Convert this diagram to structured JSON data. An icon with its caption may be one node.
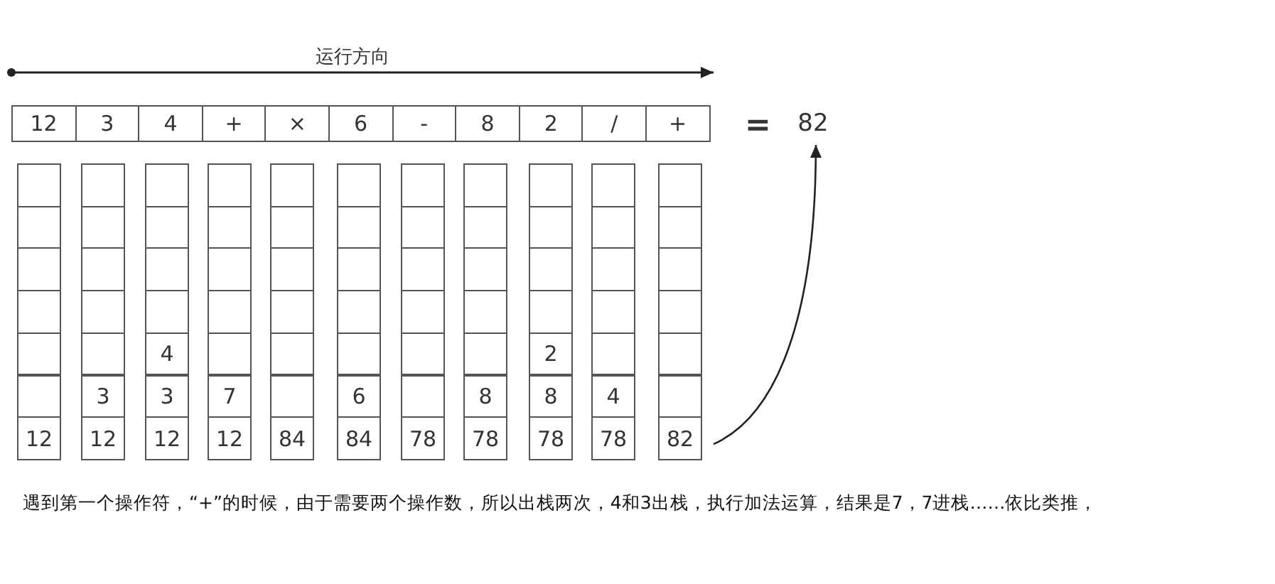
{
  "diagram": {
    "caption": "遇到第一个操作符，“+”的时候，由于需要两个操作数，所以出栈两次，4和3出栈，执行加法运算，结果是7，7进栈……依比类推，",
    "nodes": [
      {
        "text": [
          "12"
        ]
      },
      {
        "text": [
          "3"
        ]
      },
      {
        "text": [
          "4"
        ]
      },
      {
        "text": [
          "+"
        ]
      },
      {
        "text": [
          "×"
        ]
      },
      {
        "text": [
          "6"
        ]
      },
      {
        "text": [
          "-"
        ]
      },
      {
        "text": [
          "8"
        ]
      },
      {
        "text": [
          "2"
        ]
      },
      {
        "text": [
          "/"
        ]
      },
      {
        "text": [
          "+"
        ]
      },
      {
        "text": [
          "82"
        ]
      },
      {
        "text": [],
        "shape": "box"
      },
      {
        "text": [],
        "shape": "box"
      },
      {
        "text": [],
        "shape": "box"
      },
      {
        "text": [],
        "shape": "box"
      },
      {
        "text": [],
        "shape": "box"
      },
      {
        "text": [],
        "shape": "box"
      },
      {
        "text": [],
        "shape": "box"
      },
      {
        "text": [],
        "shape": "box"
      },
      {
        "text": [],
        "shape": "box"
      },
      {
        "text": [],
        "shape": "box"
      },
      {
        "text": [],
        "shape": "box"
      },
      {
        "text": [],
        "shape": "box"
      },
      {
        "text": [],
        "shape": "box"
      },
      {
        "text": [],
        "shape": "box"
      },
      {
        "text": [],
        "shape": "box"
      },
      {
        "text": [],
        "shape": "box"
      },
      {
        "text": [],
        "shape": "box"
      },
      {
        "text": [],
        "shape": "box"
      },
      {
        "text": [],
        "shape": "box"
      },
      {
        "text": [],
        "shape": "box"
      },
      {
        "text": [],
        "shape": "box"
      },
      {
        "text": [],
        "shape": "box"
      },
      {
        "text": [],
        "shape": "box"
      },
      {
        "text": [],
        "shape": "box"
      },
      {
        "text": [],
        "shape": "box"
      },
      {
        "text": [],
        "shape": "box"
      },
      {
        "text": [],
        "shape": "box"
      },
      {
        "text": [],
        "shape": "box"
      },
      {
        "text": [],
        "shape": "box"
      },
      {
        "text": [],
        "shape": "box"
      },
      {
        "text": [],
        "shape": "box"
      },
      {
        "text": [],
        "shape": "box"
      },
      {
        "text": [],
        "shape": "box"
      },
      {
        "text": [],
        "shape": "box"
      },
      {
        "text": [],
        "shape": "box"
      },
      {
        "text": [],
        "shape": "box"
      },
      {
        "text": [],
        "shape": "box"
      },
      {
        "text": [],
        "shape": "box"
      },
      {
        "text": [],
        "shape": "box"
      },
      {
        "text": [],
        "shape": "box"
      },
      {
        "text": [],
        "shape": "box"
      },
      {
        "text": [],
        "shape": "box"
      },
      {
        "text": [],
        "shape": "box"
      },
      {
        "text": [],
        "shape": "box"
      },
      {
        "text": [],
        "shape": "box"
      },
      {
        "text": [],
        "shape": "box"
      },
      {
        "text": [
          "4"
        ]
      },
      {
        "text": [],
        "shape": "box"
      },
      {
        "text": [],
        "shape": "box"
      },
      {
        "text": [],
        "shape": "box"
      },
      {
        "text": [],
        "shape": "box"
      },
      {
        "text": [],
        "shape": "box"
      },
      {
        "text": [
          "2"
        ]
      },
      {
        "text": [],
        "shape": "box"
      },
      {
        "text": [],
        "shape": "box"
      },
      {
        "text": [],
        "shape": "box"
      },
      {
        "text": [
          "3"
        ]
      },
      {
        "text": [
          "3"
        ]
      },
      {
        "text": [
          "7"
        ]
      },
      {
        "text": [],
        "shape": "box"
      },
      {
        "text": [
          "6"
        ]
      },
      {
        "text": [],
        "shape": "box"
      },
      {
        "text": [
          "8"
        ]
      },
      {
        "text": [
          "8"
        ]
      },
      {
        "text": [
          "4"
        ]
      },
      {
        "text": [],
        "shape": "box"
      },
      {
        "text": [
          "12"
        ]
      },
      {
        "text": [
          "12"
        ]
      },
      {
        "text": [
          "12"
        ]
      },
      {
        "text": [
          "12"
        ]
      },
      {
        "text": [
          "84"
        ]
      },
      {
        "text": [
          "84"
        ]
      },
      {
        "text": [
          "78"
        ]
      },
      {
        "text": [
          "78"
        ]
      },
      {
        "text": [
          "78"
        ]
      },
      {
        "text": [
          "78"
        ]
      },
      {
        "text": [
          "82"
        ]
      }
    ],
    "edges": [
      {
        "from": 88,
        "to": 11,
        "arrow": "to"
      }
    ],
    "labels": [
      "运行方向",
      "="
    ]
  }
}
